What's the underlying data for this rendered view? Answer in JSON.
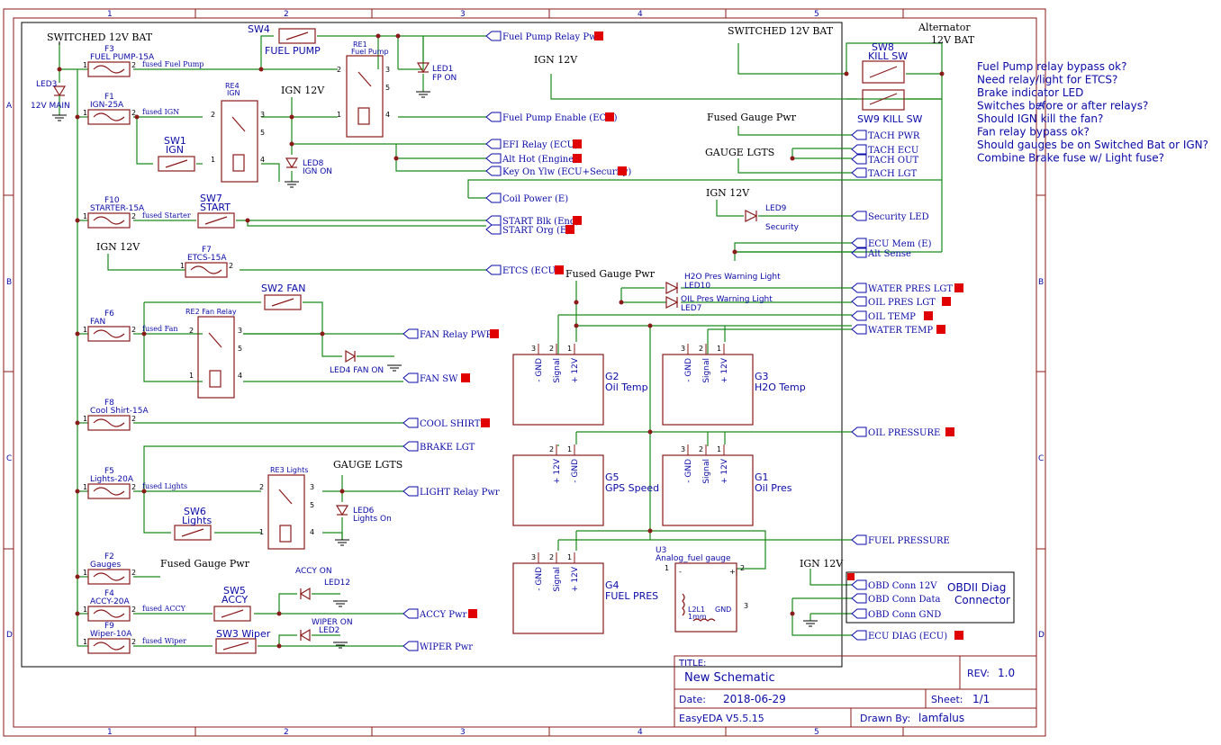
{
  "frame": {
    "cols": [
      "1",
      "2",
      "3",
      "4",
      "5"
    ],
    "rows": [
      "A",
      "B",
      "C",
      "D"
    ]
  },
  "notes": [
    "Fuel Pump relay bypass ok?",
    "Need relay/light for ETCS?",
    "Brake indicator LED",
    "Switches before or after relays?",
    "Should IGN kill the fan?",
    "Fan relay bypass ok?",
    "Should gauges be on Switched Bat or IGN?",
    "Combine Brake fuse w/ Light fuse?"
  ],
  "power": {
    "sw_bat_left": "SWITCHED 12V BAT",
    "sw_bat_right": "SWITCHED 12V BAT",
    "alternator": "Alternator",
    "bat12": "12V BAT",
    "ign1": "IGN 12V",
    "ign2": "IGN 12V",
    "ign3": "IGN 12V",
    "ign4": "IGN 12V",
    "ign5": "IGN 12V",
    "fused_gauge_pwr1": "Fused Gauge Pwr",
    "fused_gauge_pwr2": "Fused Gauge Pwr",
    "fused_gauge_pwr3": "Fused Gauge Pwr",
    "gauge_lgts1": "GAUGE LGTS",
    "gauge_lgts2": "GAUGE LGTS"
  },
  "fuses": [
    {
      "ref": "F3",
      "name": "FUEL PUMP-15A",
      "net": "fused Fuel Pump"
    },
    {
      "ref": "F1",
      "name": "IGN-25A",
      "net": "fused IGN"
    },
    {
      "ref": "F10",
      "name": "STARTER-15A",
      "net": "fused Starter"
    },
    {
      "ref": "F7",
      "name": "ETCS-15A",
      "net": ""
    },
    {
      "ref": "F6",
      "name": "FAN",
      "net": "fused Fan"
    },
    {
      "ref": "F8",
      "name": "Cool Shirt-15A",
      "net": ""
    },
    {
      "ref": "F5",
      "name": "Lights-20A",
      "net": "fused Lights"
    },
    {
      "ref": "F2",
      "name": "Gauges",
      "net": ""
    },
    {
      "ref": "F4",
      "name": "ACCY-20A",
      "net": "fused ACCY"
    },
    {
      "ref": "F9",
      "name": "Wiper-10A",
      "net": "fused Wiper"
    }
  ],
  "switches": {
    "sw4_ref": "SW4",
    "sw4_name": "FUEL PUMP",
    "sw1_ref": "SW1",
    "sw1_name": "IGN",
    "sw7_ref": "SW7",
    "sw7_name": "START",
    "sw2": "SW2 FAN",
    "sw6_ref": "SW6",
    "sw6_name": "Lights",
    "sw5_ref": "SW5",
    "sw5_name": "ACCY",
    "sw3": "SW3 Wiper",
    "sw8_ref": "SW8",
    "sw8_name": "KILL SW",
    "sw9": "SW9 KILL SW"
  },
  "relays": {
    "re1_ref": "RE1",
    "re1_name": "Fuel Pump",
    "re4_ref": "RE4",
    "re4_name": "IGN",
    "re2": "RE2 Fan Relay",
    "re3": "RE3 Lights"
  },
  "leds": {
    "led3": "LED3",
    "led3b": "12V MAIN",
    "led1": "LED1",
    "led1b": "FP ON",
    "led8": "LED8",
    "led8b": "IGN ON",
    "led4": "LED4 FAN ON",
    "led6": "LED6",
    "led6b": "Lights On",
    "led12a": "ACCY ON",
    "led12": "LED12",
    "led2a": "WIPER ON",
    "led2": "LED2",
    "led9": "LED9",
    "led9b": "Security",
    "led10a": "H2O Pres Warning Light",
    "led10": "LED10",
    "led7a": "OIL Pres Warning Light",
    "led7": "LED7"
  },
  "ports_left": [
    "Fuel Pump Relay Pwr",
    "Fuel Pump Enable (ECU)",
    "EFI Relay (ECU)",
    "Alt Hot (Engine)",
    "Key On Ylw (ECU+Security)",
    "Coil Power (E)",
    "START Blk (Eng)",
    "START Org (E)",
    "ETCS (ECU)",
    "FAN Relay PWR",
    "FAN SW",
    "COOL SHIRT",
    "BRAKE LGT",
    "LIGHT Relay Pwr",
    "ACCY Pwr",
    "WIPER Pwr"
  ],
  "ports_right": [
    "TACH PWR",
    "TACH ECU",
    "TACH OUT",
    "TACH LGT",
    "Security LED",
    "ECU Mem (E)",
    "Alt Sense",
    "WATER PRES LGT",
    "OIL PRES LGT",
    "OIL TEMP",
    "WATER TEMP",
    "OIL PRESSURE",
    "FUEL PRESSURE",
    "OBD Conn 12V",
    "OBD Conn Data",
    "OBD Conn GND",
    "ECU DIAG (ECU)"
  ],
  "gauges": [
    {
      "ref": "G2",
      "name": "Oil Temp",
      "p": [
        "- GND",
        "Signal",
        "+ 12V"
      ],
      "n": [
        "3",
        "2",
        "1"
      ]
    },
    {
      "ref": "G3",
      "name": "H2O Temp",
      "p": [
        "- GND",
        "Signal",
        "+ 12V"
      ],
      "n": [
        "3",
        "2",
        "1"
      ]
    },
    {
      "ref": "G5",
      "name": "GPS Speed",
      "p": [
        "+ 12V",
        "- GND"
      ],
      "n": [
        "2",
        "1"
      ]
    },
    {
      "ref": "G1",
      "name": "Oil Pres",
      "p": [
        "- GND",
        "Signal",
        "+ 12V"
      ],
      "n": [
        "3",
        "2",
        "1"
      ]
    },
    {
      "ref": "G4",
      "name": "FUEL PRES",
      "p": [
        "- GND",
        "Signal",
        "+ 12V"
      ],
      "n": [
        "3",
        "2",
        "1"
      ]
    }
  ],
  "u3": {
    "ref": "U3",
    "name": "Analog_fuel gauge",
    "l": "L2L1",
    "l2": "1mm",
    "gnd": "GND"
  },
  "obd": {
    "line1": "OBDII Diag",
    "line2": "Connector"
  },
  "title_block": {
    "title_lbl": "TITLE:",
    "title": "New Schematic",
    "rev_lbl": "REV:",
    "rev": "1.0",
    "date_lbl": "Date:",
    "date": "2018-06-29",
    "sheet_lbl": "Sheet:",
    "sheet": "1/1",
    "tool": "EasyEDA V5.5.15",
    "drawn_lbl": "Drawn By:",
    "drawn": "lamfalus"
  }
}
